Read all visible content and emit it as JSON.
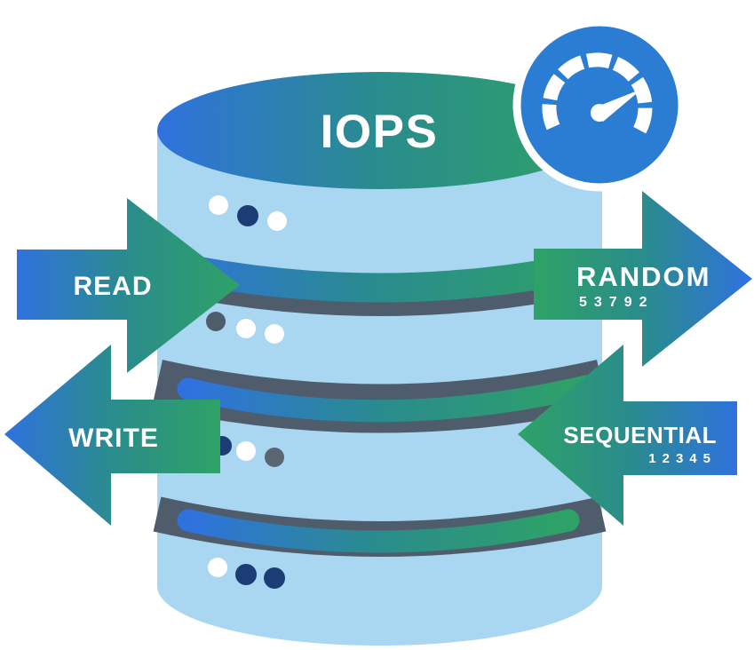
{
  "header": {
    "title": "IOPS",
    "icon": "speedometer-icon"
  },
  "arrows": {
    "read": {
      "label": "READ"
    },
    "random": {
      "label": "RANDOM",
      "value": "53792"
    },
    "write": {
      "label": "WRITE"
    },
    "sequential": {
      "label": "SEQUENTIAL",
      "value": "12345"
    }
  },
  "colors": {
    "blue": "#2F72DE",
    "teal": "#2A8C8C",
    "green": "#2EA266",
    "light_blue": "#A9D6F0",
    "slate": "#4E5C6B",
    "navy": "#1B3C74",
    "gray_dot": "#5A6772",
    "gauge_blue": "#2B7CD3",
    "white": "#FFFFFF"
  },
  "dots": {
    "row1": [
      "#FFFFFF",
      "#1B3C74",
      "#FFFFFF"
    ],
    "row2": [
      "#4E5C6B",
      "#FFFFFF",
      "#FFFFFF"
    ],
    "row3": [
      "#1B3C74",
      "#FFFFFF",
      "#5A6772"
    ],
    "row4": [
      "#FFFFFF",
      "#1B3C74",
      "#1B3C74"
    ]
  }
}
